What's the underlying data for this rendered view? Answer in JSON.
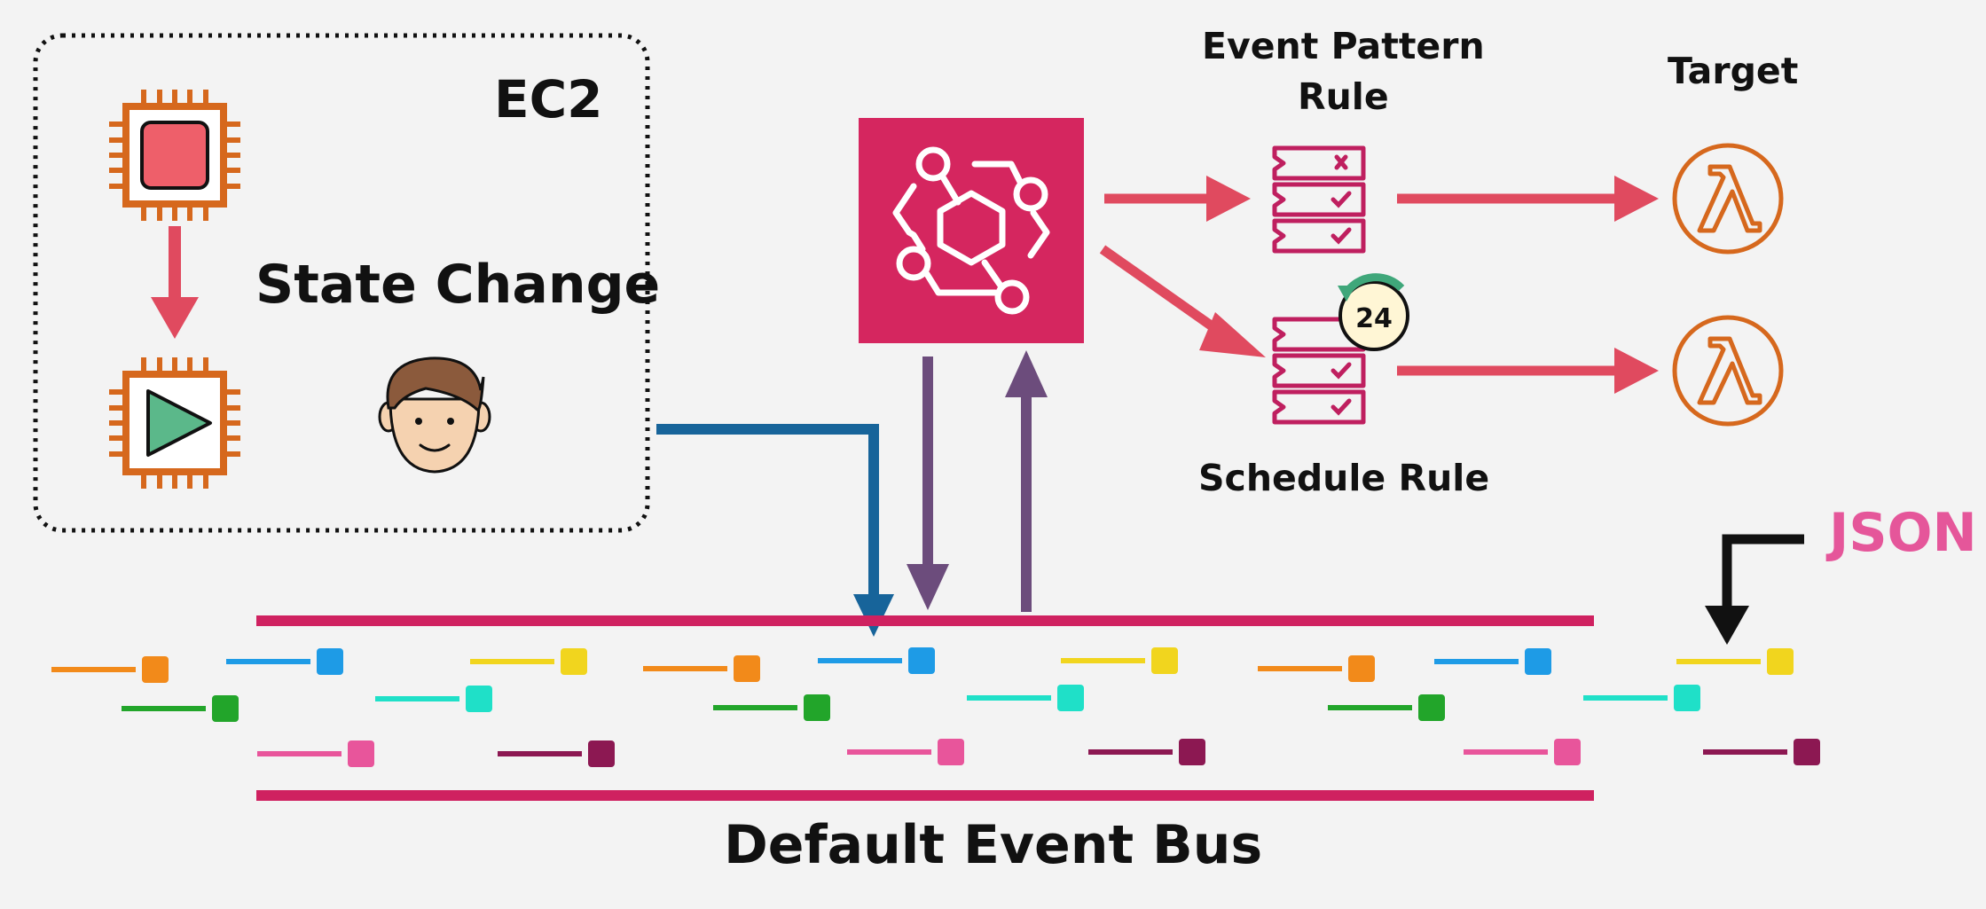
{
  "source": {
    "title": "EC2",
    "caption": "State Change"
  },
  "rules": {
    "event_pattern_line1": "Event Pattern",
    "event_pattern_line2": "Rule",
    "schedule": "Schedule Rule",
    "schedule_clock_value": "24"
  },
  "target": {
    "title": "Target"
  },
  "event_format": "JSON",
  "bus": {
    "title": "Default Event Bus"
  },
  "colors": {
    "bus_line": "#cf2160",
    "eventbridge": "#d5265f",
    "arrow_red": "#e04a5f",
    "arrow_blue": "#17649a",
    "arrow_purple": "#6c4c7c",
    "lambda": "#d6681d",
    "ec2": "#d6681d",
    "rule_icon": "#bf1f5f",
    "json_text": "#e5569a"
  },
  "icons": [
    "ec2-chip-icon",
    "stop-icon",
    "play-icon",
    "user-face-icon",
    "eventbridge-icon",
    "rule-list-icon",
    "clock-24-icon",
    "lambda-icon"
  ]
}
